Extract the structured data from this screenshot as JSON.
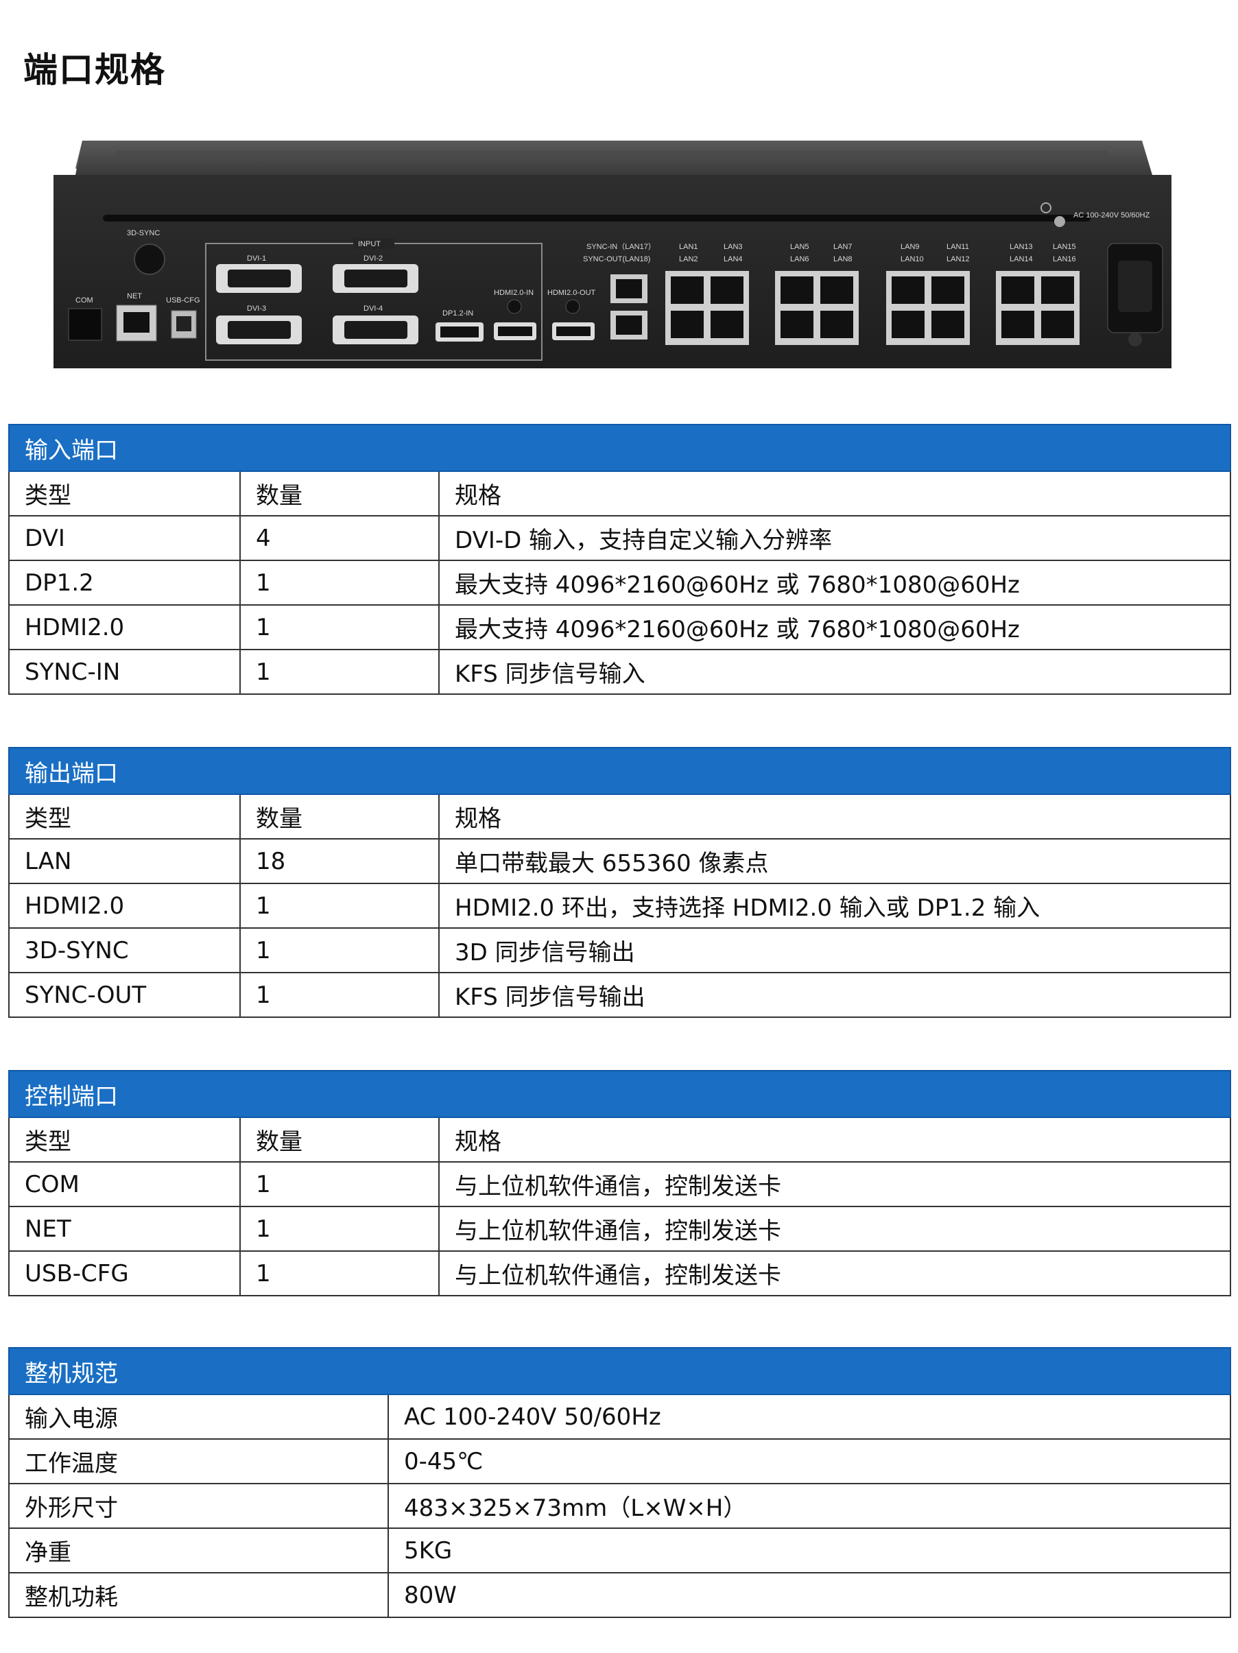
{
  "page_title": "端口规格",
  "device_labels": {
    "sync3d": "3D-SYNC",
    "input": "INPUT",
    "dvi1": "DVI-1",
    "dvi2": "DVI-2",
    "dvi3": "DVI-3",
    "dvi4": "DVI-4",
    "com": "COM",
    "net": "NET",
    "usbcfg": "USB-CFG",
    "dp12in": "DP1.2-IN",
    "hdmiin": "HDMI2.0-IN",
    "hdmiout": "HDMI2.0-OUT",
    "syncin": "SYNC-IN（LAN17）",
    "syncout": "SYNC-OUT(LAN18)",
    "lan_pairs": [
      [
        "LAN1",
        "LAN2"
      ],
      [
        "LAN3",
        "LAN4"
      ],
      [
        "LAN5",
        "LAN6"
      ],
      [
        "LAN7",
        "LAN8"
      ],
      [
        "LAN9",
        "LAN10"
      ],
      [
        "LAN11",
        "LAN12"
      ],
      [
        "LAN13",
        "LAN14"
      ],
      [
        "LAN15",
        "LAN16"
      ]
    ],
    "power": "AC 100-240V 50/60HZ"
  },
  "input_ports": {
    "title": "输入端口",
    "headers": [
      "类型",
      "数量",
      "规格"
    ],
    "rows": [
      [
        "DVI",
        "4",
        "DVI-D 输入，支持自定义输入分辨率"
      ],
      [
        "DP1.2",
        "1",
        "最大支持 4096*2160@60Hz 或 7680*1080@60Hz"
      ],
      [
        "HDMI2.0",
        "1",
        "最大支持 4096*2160@60Hz 或 7680*1080@60Hz"
      ],
      [
        "SYNC-IN",
        "1",
        "KFS 同步信号输入"
      ]
    ]
  },
  "output_ports": {
    "title": "输出端口",
    "headers": [
      "类型",
      "数量",
      "规格"
    ],
    "rows": [
      [
        "LAN",
        "18",
        "单口带载最大 655360 像素点"
      ],
      [
        "HDMI2.0",
        "1",
        "HDMI2.0 环出，支持选择 HDMI2.0 输入或 DP1.2 输入"
      ],
      [
        "3D-SYNC",
        "1",
        "3D 同步信号输出"
      ],
      [
        "SYNC-OUT",
        "1",
        "KFS 同步信号输出"
      ]
    ]
  },
  "control_ports": {
    "title": "控制端口",
    "headers": [
      "类型",
      "数量",
      "规格"
    ],
    "rows": [
      [
        "COM",
        "1",
        "与上位机软件通信，控制发送卡"
      ],
      [
        "NET",
        "1",
        "与上位机软件通信，控制发送卡"
      ],
      [
        "USB-CFG",
        "1",
        "与上位机软件通信，控制发送卡"
      ]
    ]
  },
  "overall_spec": {
    "title": "整机规范",
    "rows": [
      [
        "输入电源",
        "AC 100-240V 50/60Hz"
      ],
      [
        "工作温度",
        "0-45℃"
      ],
      [
        "外形尺寸",
        "483×325×73mm（L×W×H）"
      ],
      [
        "净重",
        "5KG"
      ],
      [
        "整机功耗",
        "80W"
      ]
    ]
  }
}
